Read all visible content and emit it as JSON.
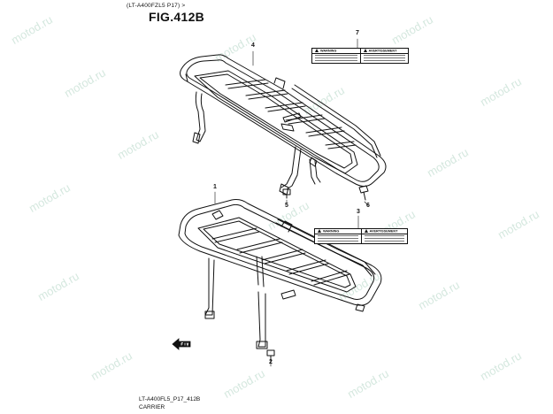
{
  "header": {
    "model_code": "(LT-A400FZL5 P17) >",
    "figure_title": "FIG.412B"
  },
  "callouts": {
    "p1": "1",
    "p2": "2",
    "p3": "3",
    "p4": "4",
    "p5": "5",
    "p6": "6",
    "p7": "7"
  },
  "labels": {
    "warning_text": "WARNING",
    "avertissement_text": "AVERTISSEMENT"
  },
  "watermark": {
    "text": "motod.ru"
  },
  "footer": {
    "code": "LT-A400FL5_P17_412B",
    "name": "CARRIER"
  }
}
